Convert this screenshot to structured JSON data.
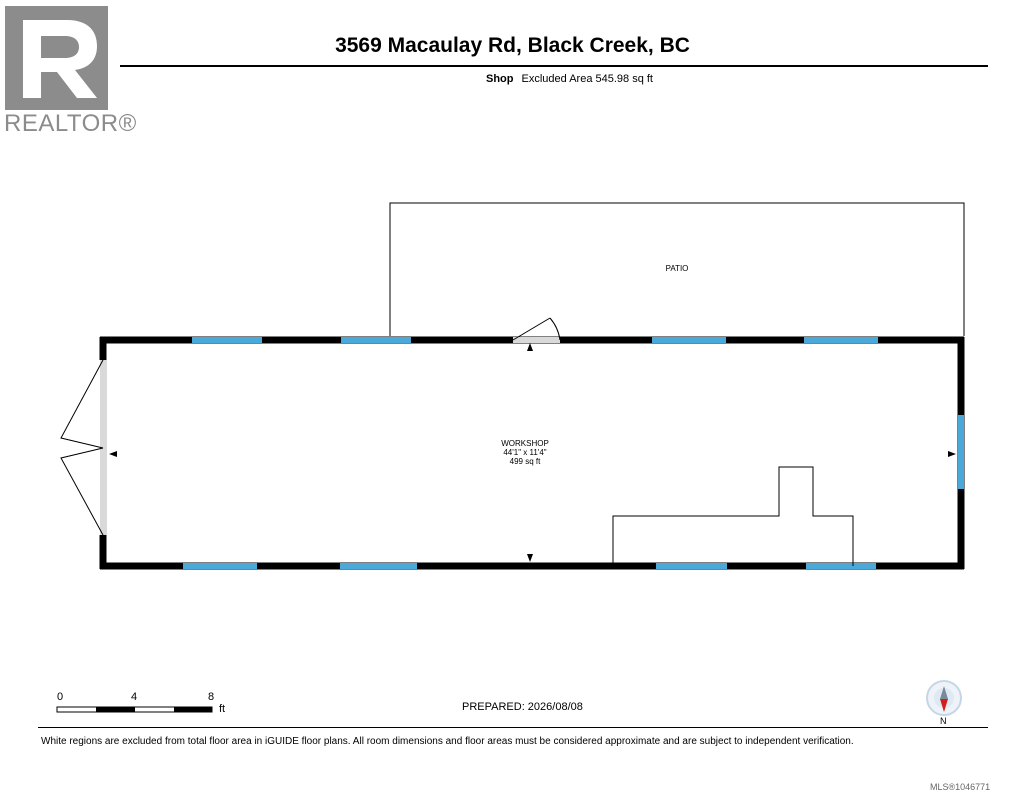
{
  "logo": {
    "icon": "realtor-r-logo",
    "wordmark": "REALTOR®"
  },
  "header": {
    "title": "3569 Macaulay Rd, Black Creek, BC",
    "floor_name": "Shop",
    "excluded_area": "Excluded Area 545.98 sq ft"
  },
  "plan": {
    "rooms": [
      {
        "name": "PATIO"
      },
      {
        "name": "WORKSHOP",
        "dimensions": "44'1\" x 11'4\"",
        "area": "499 sq ft"
      }
    ],
    "colors": {
      "wall": "#000000",
      "window": "#4aa9d8",
      "opening": "#d9d9d9"
    }
  },
  "scale_bar": {
    "ticks": [
      "0",
      "4",
      "8"
    ],
    "unit": "ft"
  },
  "prepared": "PREPARED: 2026/08/08",
  "compass": {
    "icon": "north-compass-icon",
    "label": "N"
  },
  "disclaimer": "White regions are excluded from total floor area in iGUIDE floor plans. All room dimensions and floor areas must be considered approximate and are subject to independent verification.",
  "mls": "MLS®1046771"
}
